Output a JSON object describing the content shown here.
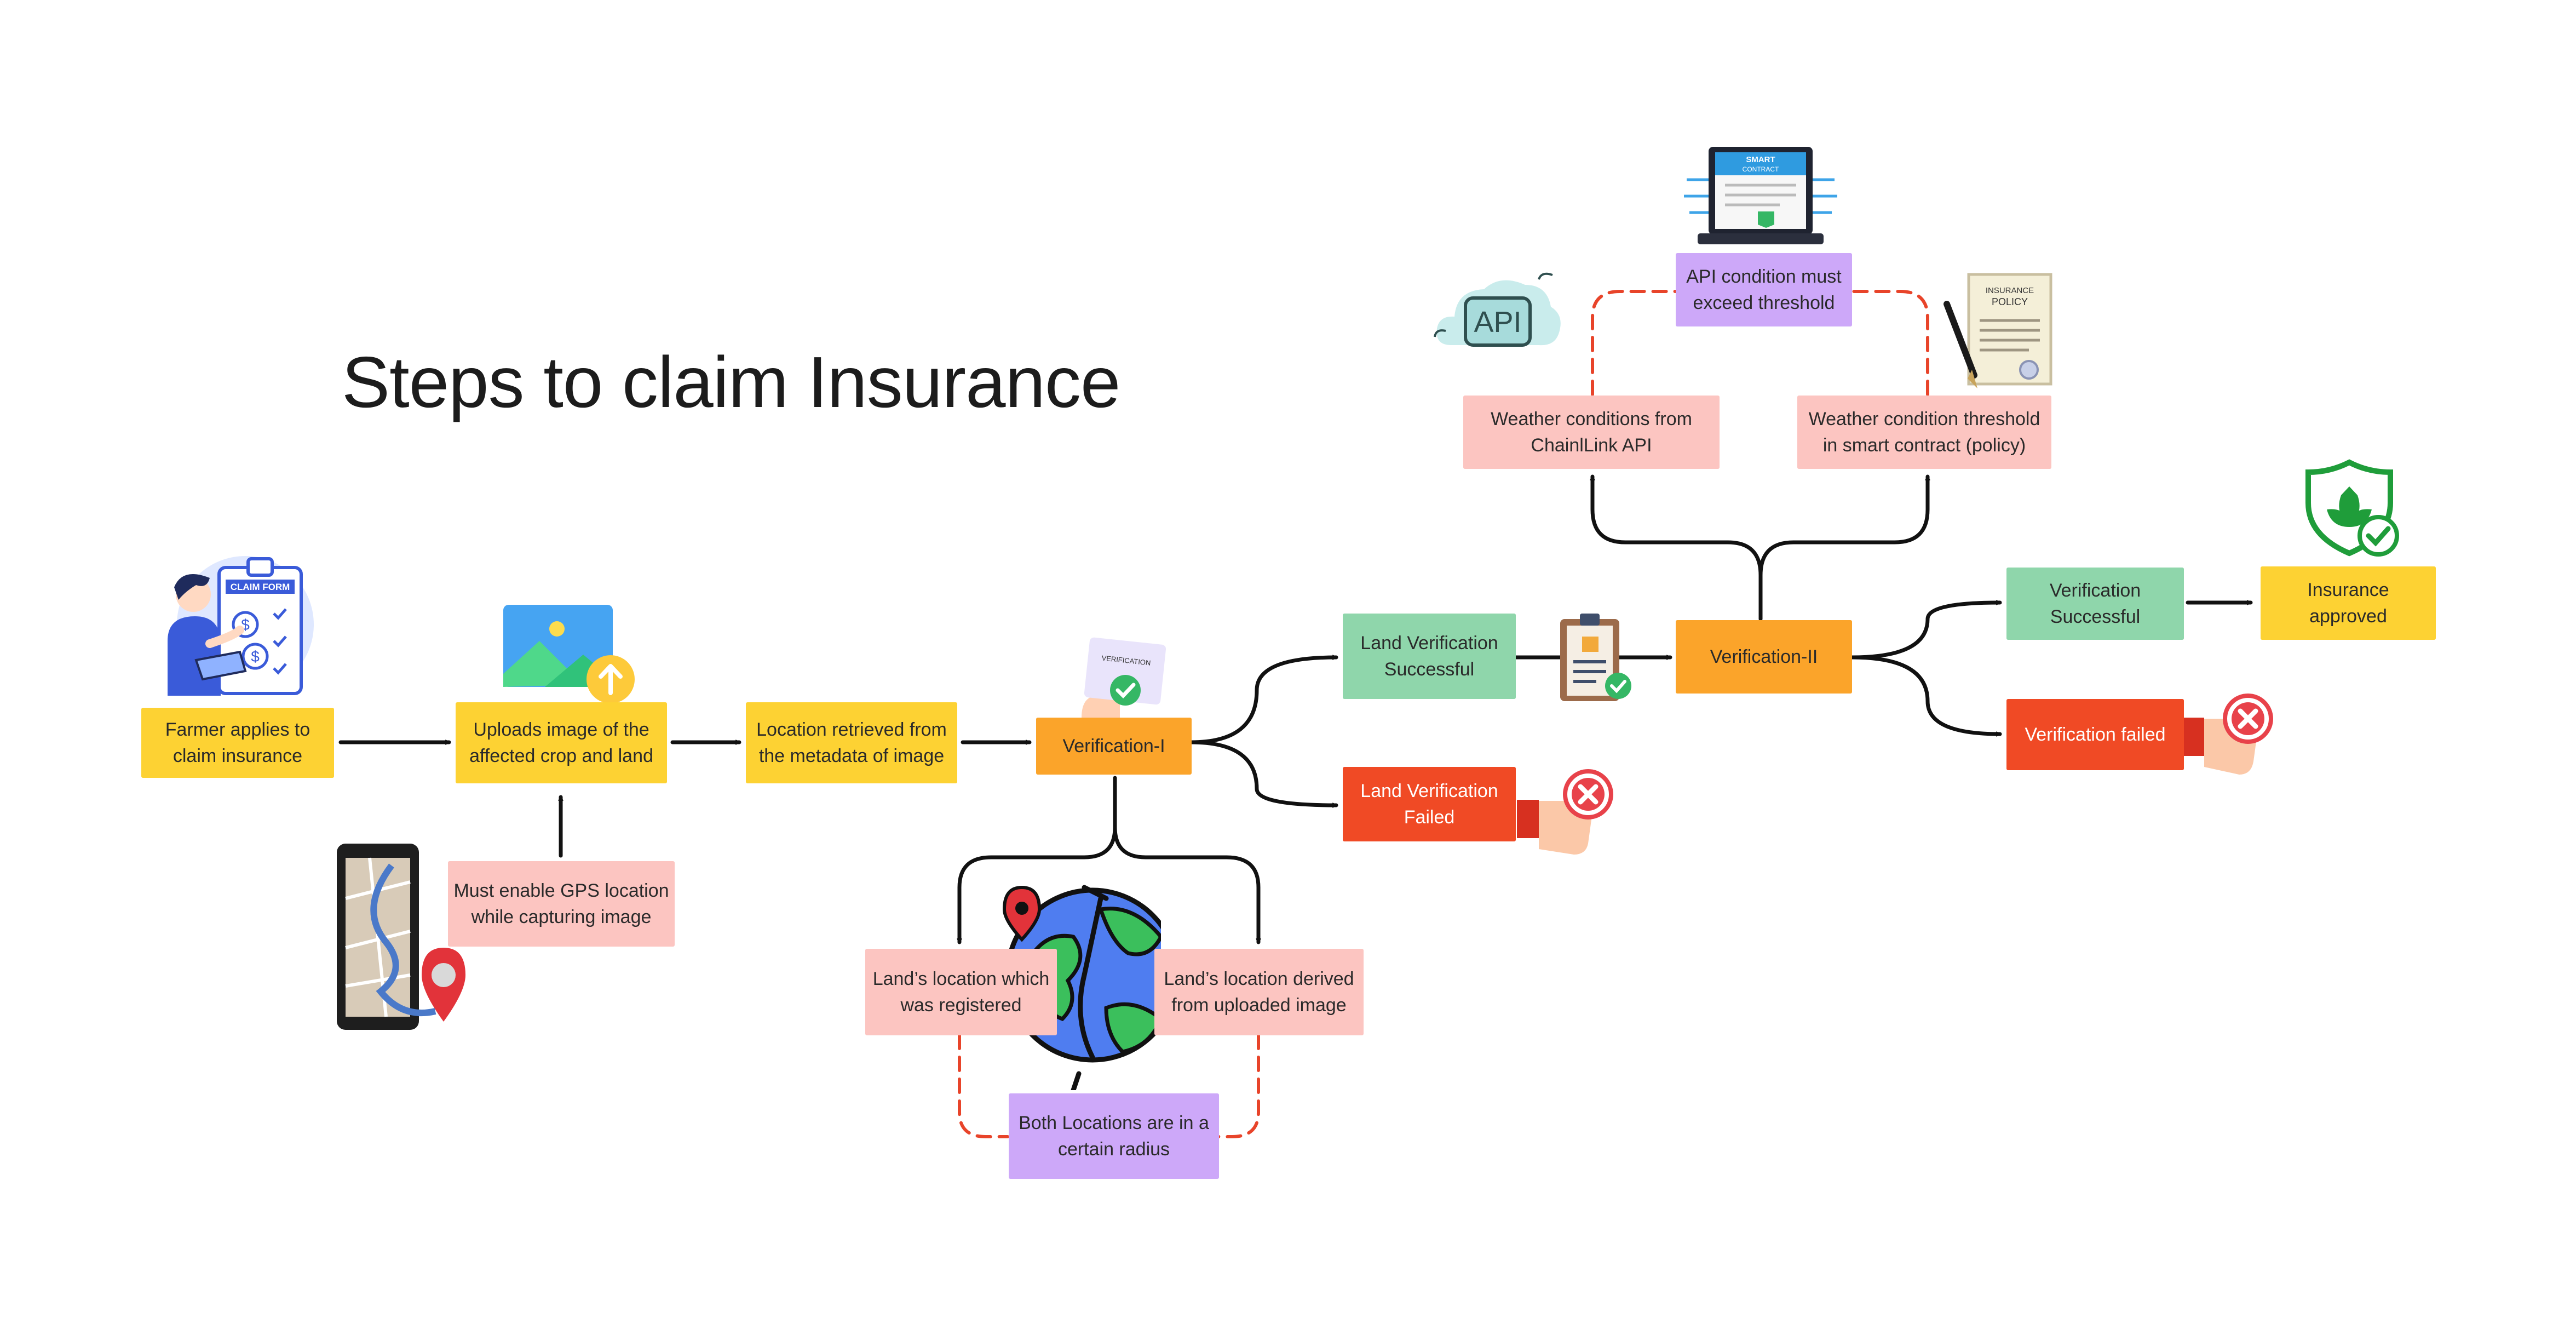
{
  "title": "Steps to claim Insurance",
  "nodes": {
    "farmer_applies": "Farmer applies to\nclaim insurance",
    "uploads_image": "Uploads image of the\naffected crop and land",
    "location_retrieved": "Location retrieved from\nthe metadata of image",
    "verification_1": "Verification-I",
    "gps_note": "Must enable GPS location\nwhile capturing image",
    "land_registered": "Land’s location which\nwas registered",
    "land_derived": "Land’s location derived\nfrom uploaded image",
    "both_locations": "Both Locations are in a\ncertain radius",
    "land_success": "Land Verification\nSuccessful",
    "land_failed": "Land Verification\nFailed",
    "verification_2": "Verification-II",
    "weather_api": "Weather conditions from\nChainlLink API",
    "weather_threshold": "Weather condition threshold\nin smart contract (policy)",
    "api_condition": "API condition must\nexceed threshold",
    "verif_success": "Verification\nSuccessful",
    "verif_failed": "Verification failed",
    "insurance_approved": "Insurance\napproved"
  },
  "illustrations": {
    "claim_form": "CLAIM FORM",
    "verification_card": "VERIFICATION",
    "api_cloud": "API",
    "smart_contract": "SMART\nCONTRACT",
    "insurance_policy": "INSURANCE\nPOLICY"
  },
  "icons": [
    "claim-form-person",
    "image-upload",
    "phone-map-pin",
    "verification-card",
    "globe-location",
    "thumbs-down-reject",
    "clipboard-check",
    "api-cloud",
    "smart-contract-laptop",
    "insurance-policy-document",
    "shield-leaf-check"
  ],
  "colors": {
    "yellow": "#fdd233",
    "orange": "#fba42a",
    "pink": "#fcc5c1",
    "green": "#8fd6ab",
    "red": "#f04a25",
    "purple": "#cda8f9",
    "dashed_connector": "#e8442a"
  }
}
